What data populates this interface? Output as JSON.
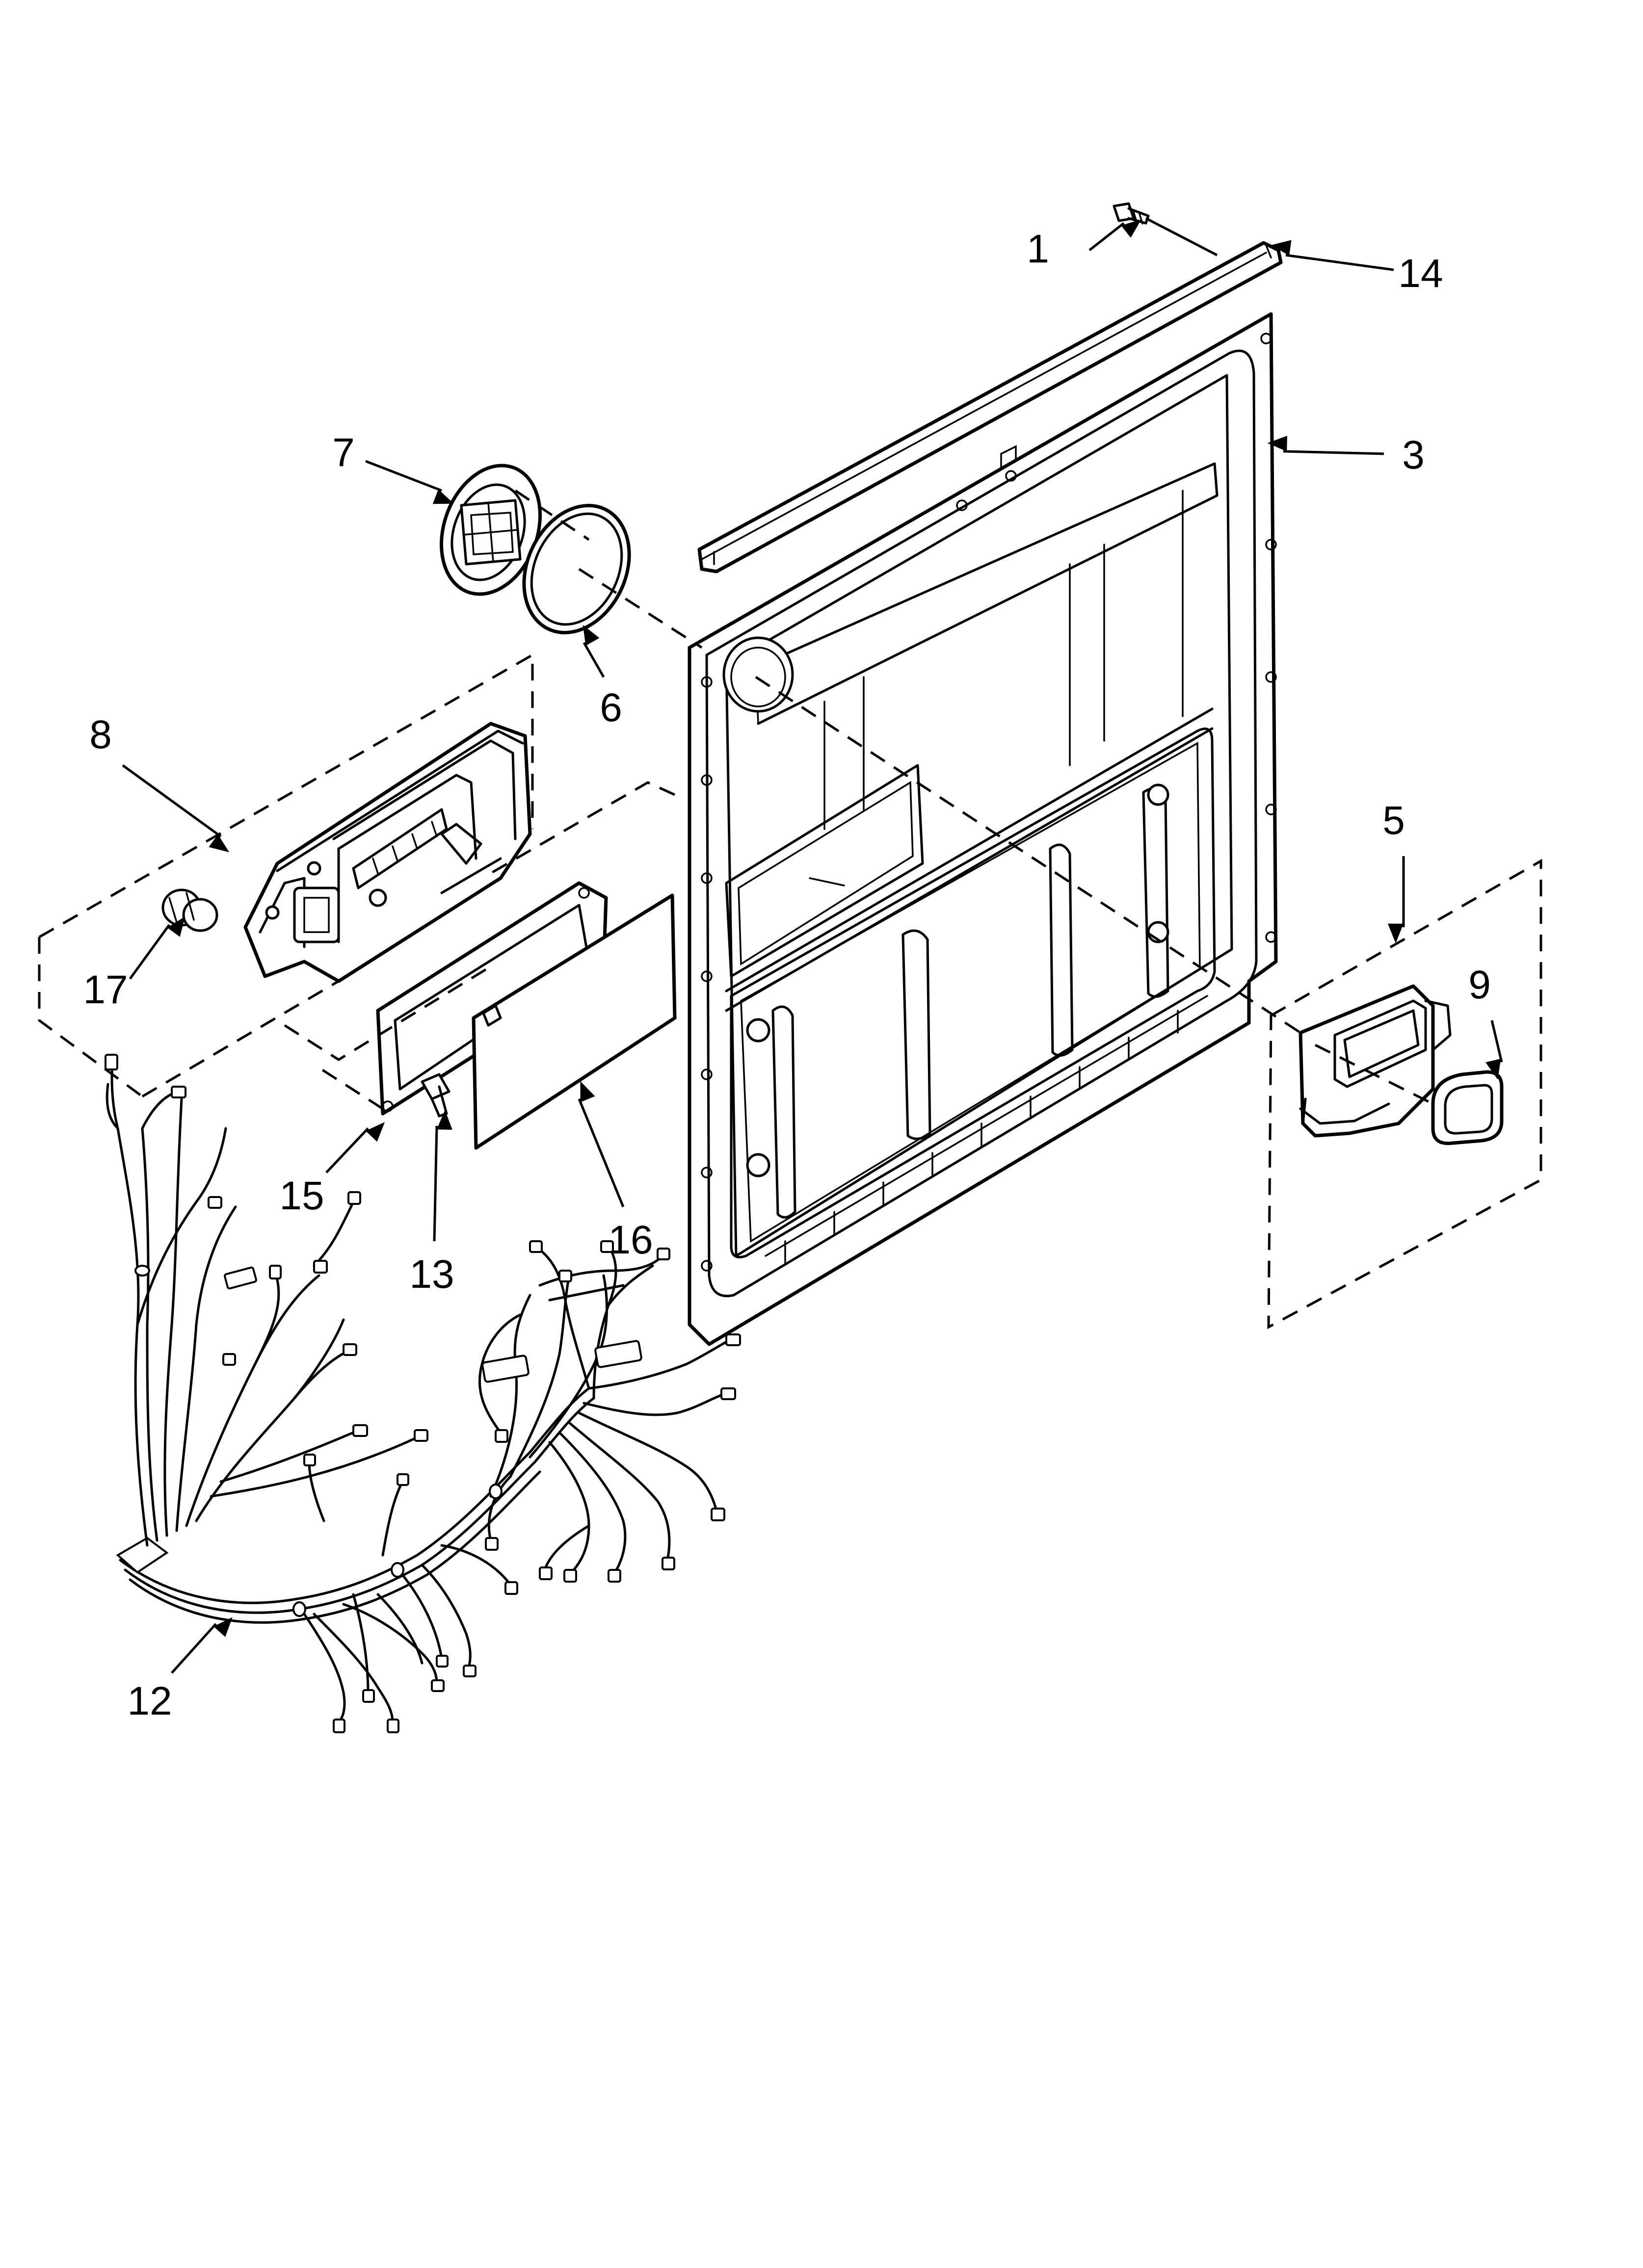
{
  "callouts": [
    {
      "id": "1",
      "label": "1"
    },
    {
      "id": "3",
      "label": "3"
    },
    {
      "id": "5",
      "label": "5"
    },
    {
      "id": "6",
      "label": "6"
    },
    {
      "id": "7",
      "label": "7"
    },
    {
      "id": "8",
      "label": "8"
    },
    {
      "id": "9",
      "label": "9"
    },
    {
      "id": "12",
      "label": "12"
    },
    {
      "id": "13",
      "label": "13"
    },
    {
      "id": "14",
      "label": "14"
    },
    {
      "id": "15",
      "label": "15"
    },
    {
      "id": "16",
      "label": "16"
    },
    {
      "id": "17",
      "label": "17"
    }
  ],
  "colors": {
    "line": "#000000",
    "background": "#ffffff"
  }
}
